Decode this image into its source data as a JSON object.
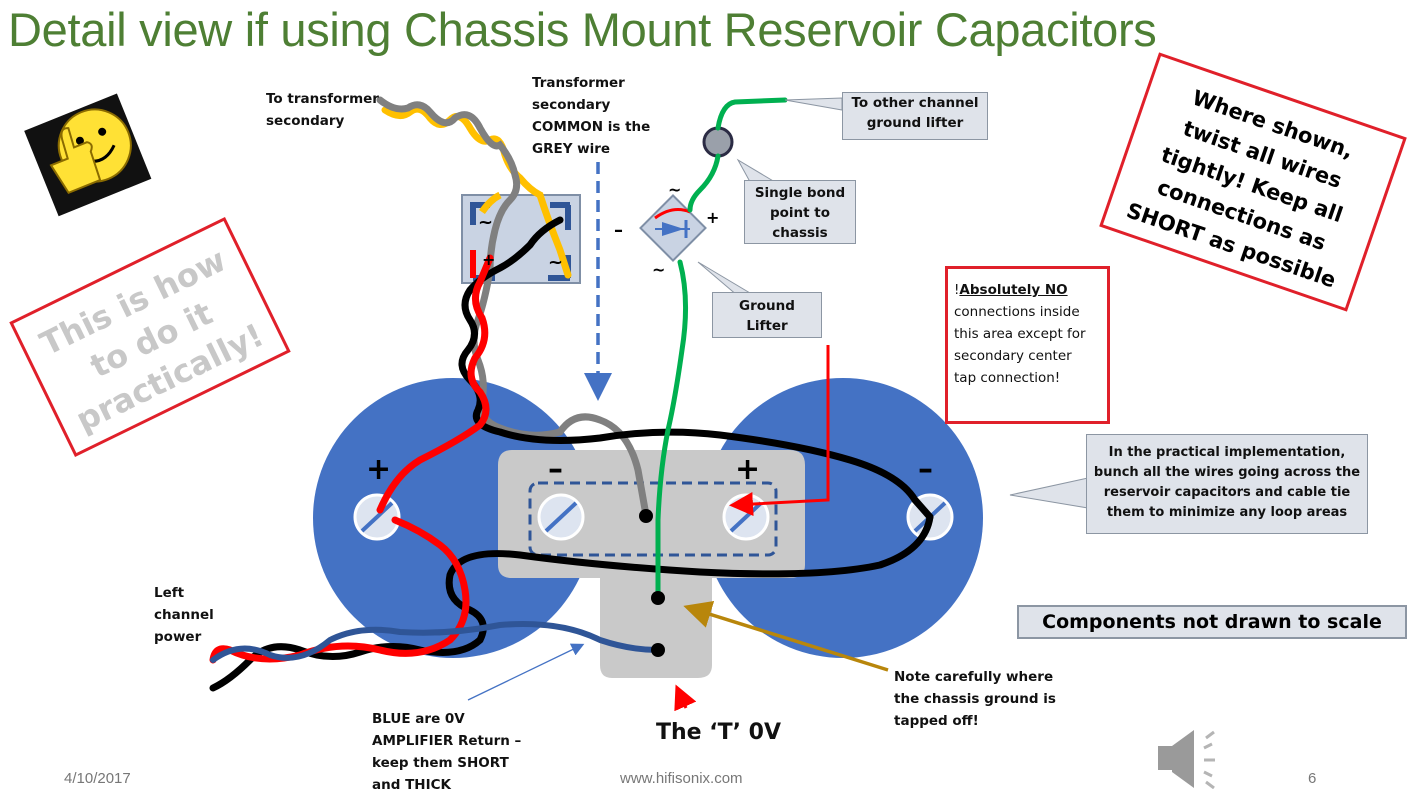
{
  "slide": {
    "title": "Detail view if using Chassis Mount Reservoir Capacitors",
    "date": "4/10/2017",
    "website": "www.hifisonix.com",
    "page_number": "6"
  },
  "labels": {
    "to_transformer": [
      "To transformer",
      "secondary"
    ],
    "transformer_common": [
      "Transformer",
      "secondary",
      "COMMON is the",
      "GREY wire"
    ],
    "to_other_channel": [
      "To other channel",
      "ground lifter"
    ],
    "single_bond": [
      "Single bond",
      "point to",
      "chassis"
    ],
    "ground_lifter": [
      "Ground",
      "Lifter"
    ],
    "absolutely_no_head": "Absolutely NO",
    "absolutely_no_prefix": "!",
    "absolutely_no_rest": [
      "connections inside",
      "this area except for",
      "secondary center",
      "tap connection!"
    ],
    "practical": [
      "In the practical implementation,",
      "bunch all the wires going across the",
      "reservoir capacitors and cable tie",
      "them to minimize any loop areas"
    ],
    "not_to_scale": "Components not drawn to scale",
    "note_chassis": [
      "Note carefully where",
      "the chassis ground is",
      "tapped off!"
    ],
    "t_zero_v": "The ‘T’ 0V",
    "blue_return": [
      "BLUE are  0V",
      "AMPLIFIER  Return –",
      "keep them SHORT",
      "and THICK"
    ],
    "left_channel": [
      "Left",
      "channel",
      "power"
    ],
    "where_shown": [
      "Where shown,",
      "twist all wires",
      "tightly! Keep all",
      "connections as",
      "SHORT as possible"
    ],
    "this_is_how": [
      "This is how",
      "to do it",
      "practically!"
    ]
  },
  "symbols": {
    "plus": "+",
    "minus": "–",
    "ac": "~",
    "bridge_plus": "+",
    "bridge_minus": "–"
  },
  "colors": {
    "title_green": "#4e7f34",
    "capacitor_blue": "#4472c4",
    "wire_red": "#ff0000",
    "wire_black": "#000000",
    "wire_grey": "#808080",
    "wire_yellow": "#ffc000",
    "wire_green": "#00b050",
    "wire_blue": "#2f5597",
    "callout_fill": "#dfe3ea",
    "alert_red": "#e0202a"
  },
  "icons": [
    "thumbs-up-smiley-icon",
    "speaker-icon"
  ]
}
